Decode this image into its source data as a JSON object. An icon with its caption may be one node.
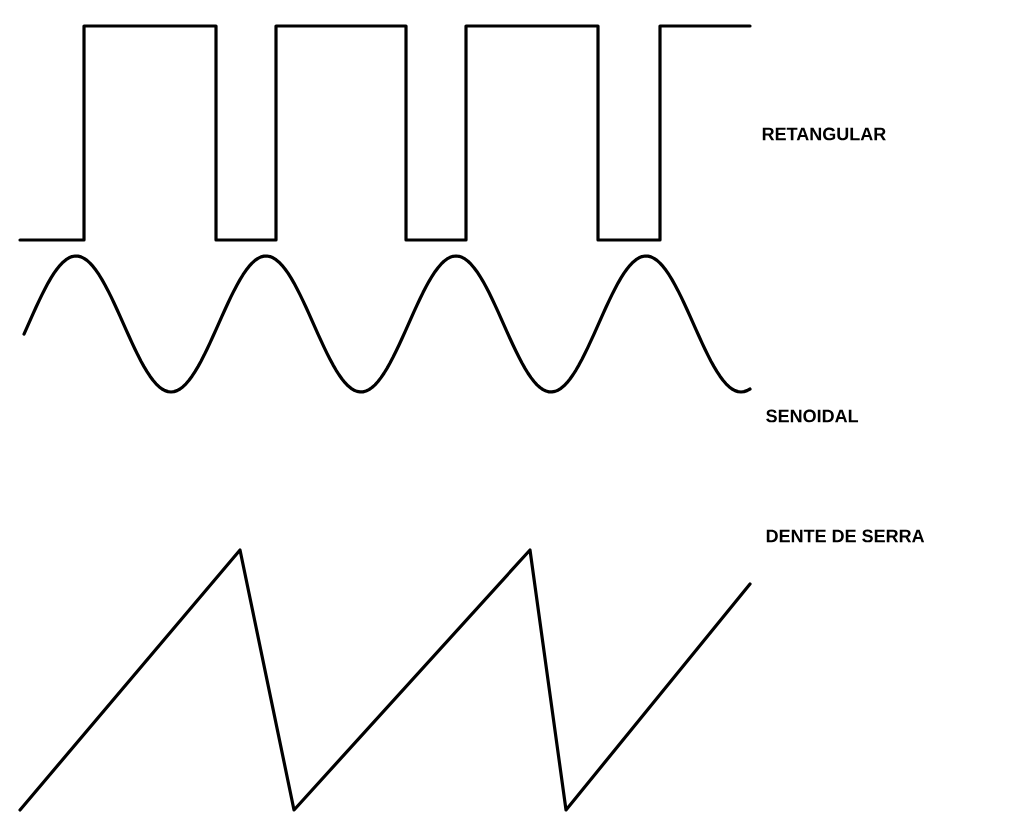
{
  "diagram": {
    "labels": [
      "RETANGULAR",
      "SENOIDAL",
      "DENTE DE SERRA"
    ]
  }
}
